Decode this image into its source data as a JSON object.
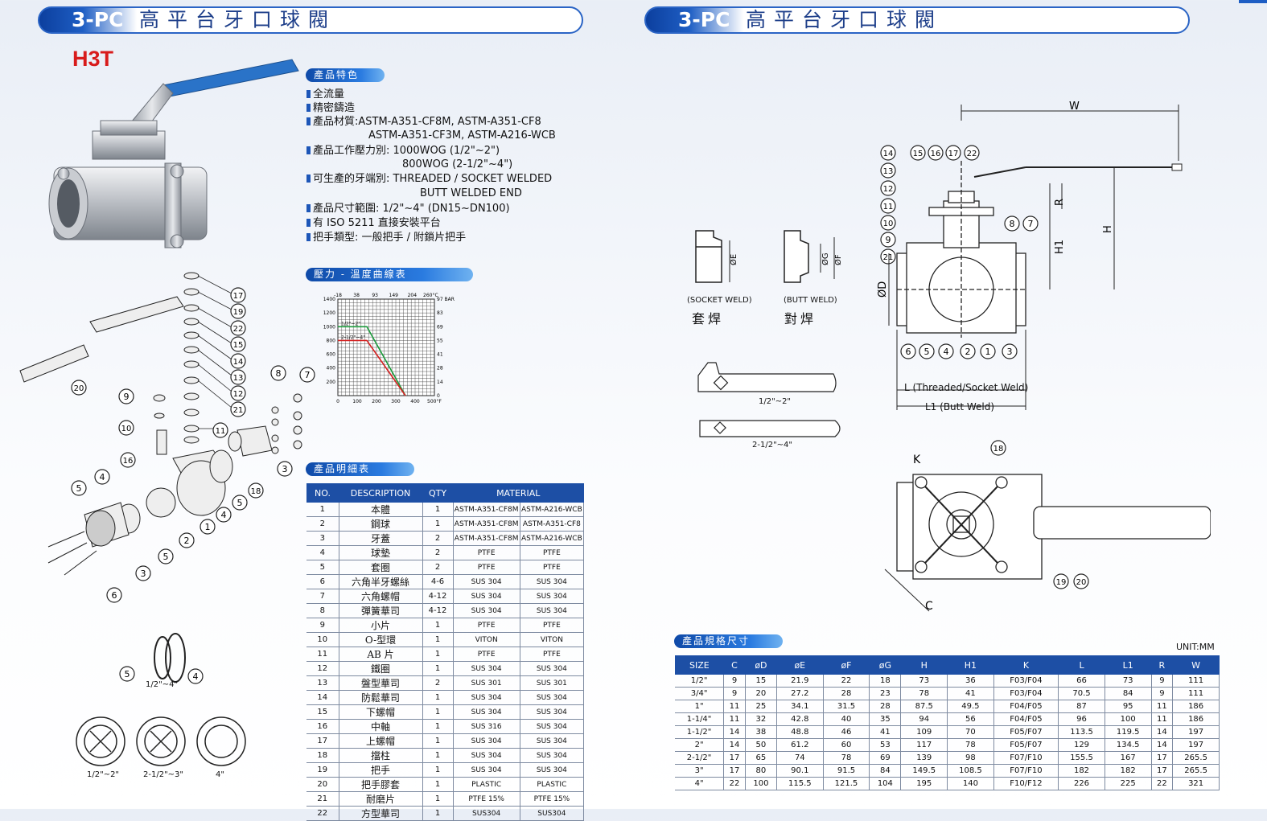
{
  "header_left": {
    "code": "3-PC",
    "title": "高平台牙口球閥"
  },
  "header_right": {
    "code": "3-PC",
    "title": "高平台牙口球閥"
  },
  "model": "H3T",
  "features": {
    "heading": "產品特色",
    "lines": [
      "全流量",
      "精密鑄造",
      "產品材質:ASTM-A351-CF8M, ASTM-A351-CF8",
      "ASTM-A351-CF3M, ASTM-A216-WCB",
      "產品工作壓力別: 1000WOG (1/2\"~2\")",
      "800WOG (2-1/2\"~4\")",
      "可生產的牙端別: THREADED / SOCKET WELDED",
      "BUTT WELDED END",
      "產品尺寸範圍: 1/2\"~4\" (DN15~DN100)",
      "有  ISO 5211 直接安裝平台",
      "把手類型: 一般把手 /  附鎖片把手"
    ]
  },
  "chart_heading": "壓力 - 溫度曲線表",
  "chart_data": {
    "type": "line",
    "x_top_ticks": [
      "-18",
      "38",
      "93",
      "149",
      "204",
      "260°C"
    ],
    "x_bottom_ticks": [
      "0",
      "100",
      "200",
      "300",
      "400",
      "500°F"
    ],
    "y_left_ticks": [
      "1400",
      "1200",
      "1000",
      "800",
      "600",
      "400",
      "200"
    ],
    "y_right_ticks": [
      "97 BAR",
      "83",
      "69",
      "55",
      "41",
      "28",
      "14",
      "0"
    ],
    "series": [
      {
        "name": "1/2\"~2\"",
        "color": "#1a9a3a",
        "x": [
          0,
          150,
          350
        ],
        "y": [
          1000,
          1000,
          0
        ]
      },
      {
        "name": "2-1/2\"~4\"",
        "color": "#d42020",
        "x": [
          0,
          150,
          350
        ],
        "y": [
          800,
          800,
          0
        ]
      }
    ],
    "xlim": [
      0,
      500
    ],
    "ylim": [
      0,
      1400
    ]
  },
  "parts_heading": "產品明細表",
  "parts_table": {
    "headers": [
      "NO.",
      "DESCRIPTION",
      "QTY",
      "MATERIAL"
    ],
    "rows": [
      [
        "1",
        "本體",
        "1",
        "ASTM-A351-CF8M",
        "ASTM-A216-WCB"
      ],
      [
        "2",
        "鋼球",
        "1",
        "ASTM-A351-CF8M",
        "ASTM-A351-CF8"
      ],
      [
        "3",
        "牙蓋",
        "2",
        "ASTM-A351-CF8M",
        "ASTM-A216-WCB"
      ],
      [
        "4",
        "球墊",
        "2",
        "PTFE",
        "PTFE"
      ],
      [
        "5",
        "套圈",
        "2",
        "PTFE",
        "PTFE"
      ],
      [
        "6",
        "六角半牙螺絲",
        "4-6",
        "SUS 304",
        "SUS 304"
      ],
      [
        "7",
        "六角螺帽",
        "4-12",
        "SUS 304",
        "SUS 304"
      ],
      [
        "8",
        "彈簧華司",
        "4-12",
        "SUS 304",
        "SUS 304"
      ],
      [
        "9",
        "小片",
        "1",
        "PTFE",
        "PTFE"
      ],
      [
        "10",
        "O-型環",
        "1",
        "VITON",
        "VITON"
      ],
      [
        "11",
        "AB 片",
        "1",
        "PTFE",
        "PTFE"
      ],
      [
        "12",
        "鐵圈",
        "1",
        "SUS 304",
        "SUS 304"
      ],
      [
        "13",
        "盤型華司",
        "2",
        "SUS 301",
        "SUS 301"
      ],
      [
        "14",
        "防鬆華司",
        "1",
        "SUS 304",
        "SUS 304"
      ],
      [
        "15",
        "下螺帽",
        "1",
        "SUS 304",
        "SUS 304"
      ],
      [
        "16",
        "中軸",
        "1",
        "SUS 316",
        "SUS 304"
      ],
      [
        "17",
        "上螺帽",
        "1",
        "SUS 304",
        "SUS 304"
      ],
      [
        "18",
        "擋柱",
        "1",
        "SUS 304",
        "SUS 304"
      ],
      [
        "19",
        "把手",
        "1",
        "SUS 304",
        "SUS 304"
      ],
      [
        "20",
        "把手膠套",
        "1",
        "PLASTIC",
        "PLASTIC"
      ],
      [
        "21",
        "耐磨片",
        "1",
        "PTFE 15%",
        "PTFE 15%"
      ],
      [
        "22",
        "方型華司",
        "1",
        "SUS304",
        "SUS304"
      ]
    ]
  },
  "weld": {
    "socket_en": "(SOCKET WELD)",
    "socket_zh": "套焊",
    "butt_en": "(BUTT WELD)",
    "butt_zh": "對焊",
    "socket_dim": "ØE",
    "butt_dim1": "ØG",
    "butt_dim2": "ØF"
  },
  "handle_labels": [
    "1/2\"~2\"",
    "2-1/2\"~4\""
  ],
  "seat_labels": [
    "1/2\"~4\"",
    "1/2\"~2\"",
    "2-1/2\"~3\"",
    "4\""
  ],
  "dimension_labels": {
    "W": "W",
    "H": "H",
    "H1": "H1",
    "R": "R",
    "D": "ØD",
    "K": "K",
    "C": "C",
    "L": "L (Threaded/Socket Weld)",
    "L1": "L1 (Butt Weld)"
  },
  "spec_heading": "產品規格尺寸",
  "unit": "UNIT:MM",
  "spec_table": {
    "headers": [
      "SIZE",
      "C",
      "øD",
      "øE",
      "øF",
      "øG",
      "H",
      "H1",
      "K",
      "L",
      "L1",
      "R",
      "W"
    ],
    "rows": [
      [
        "1/2\"",
        "9",
        "15",
        "21.9",
        "22",
        "18",
        "73",
        "36",
        "F03/F04",
        "66",
        "73",
        "9",
        "111"
      ],
      [
        "3/4\"",
        "9",
        "20",
        "27.2",
        "28",
        "23",
        "78",
        "41",
        "F03/F04",
        "70.5",
        "84",
        "9",
        "111"
      ],
      [
        "1\"",
        "11",
        "25",
        "34.1",
        "31.5",
        "28",
        "87.5",
        "49.5",
        "F04/F05",
        "87",
        "95",
        "11",
        "186"
      ],
      [
        "1-1/4\"",
        "11",
        "32",
        "42.8",
        "40",
        "35",
        "94",
        "56",
        "F04/F05",
        "96",
        "100",
        "11",
        "186"
      ],
      [
        "1-1/2\"",
        "14",
        "38",
        "48.8",
        "46",
        "41",
        "109",
        "70",
        "F05/F07",
        "113.5",
        "119.5",
        "14",
        "197"
      ],
      [
        "2\"",
        "14",
        "50",
        "61.2",
        "60",
        "53",
        "117",
        "78",
        "F05/F07",
        "129",
        "134.5",
        "14",
        "197"
      ],
      [
        "2-1/2\"",
        "17",
        "65",
        "74",
        "78",
        "69",
        "139",
        "98",
        "F07/F10",
        "155.5",
        "167",
        "17",
        "265.5"
      ],
      [
        "3\"",
        "17",
        "80",
        "90.1",
        "91.5",
        "84",
        "149.5",
        "108.5",
        "F07/F10",
        "182",
        "182",
        "17",
        "265.5"
      ],
      [
        "4\"",
        "22",
        "100",
        "115.5",
        "121.5",
        "104",
        "195",
        "140",
        "F10/F12",
        "226",
        "225",
        "22",
        "321"
      ]
    ]
  },
  "callouts": [
    "1",
    "2",
    "3",
    "4",
    "5",
    "6",
    "7",
    "8",
    "9",
    "10",
    "11",
    "12",
    "13",
    "14",
    "15",
    "16",
    "17",
    "18",
    "19",
    "20",
    "21",
    "22"
  ]
}
